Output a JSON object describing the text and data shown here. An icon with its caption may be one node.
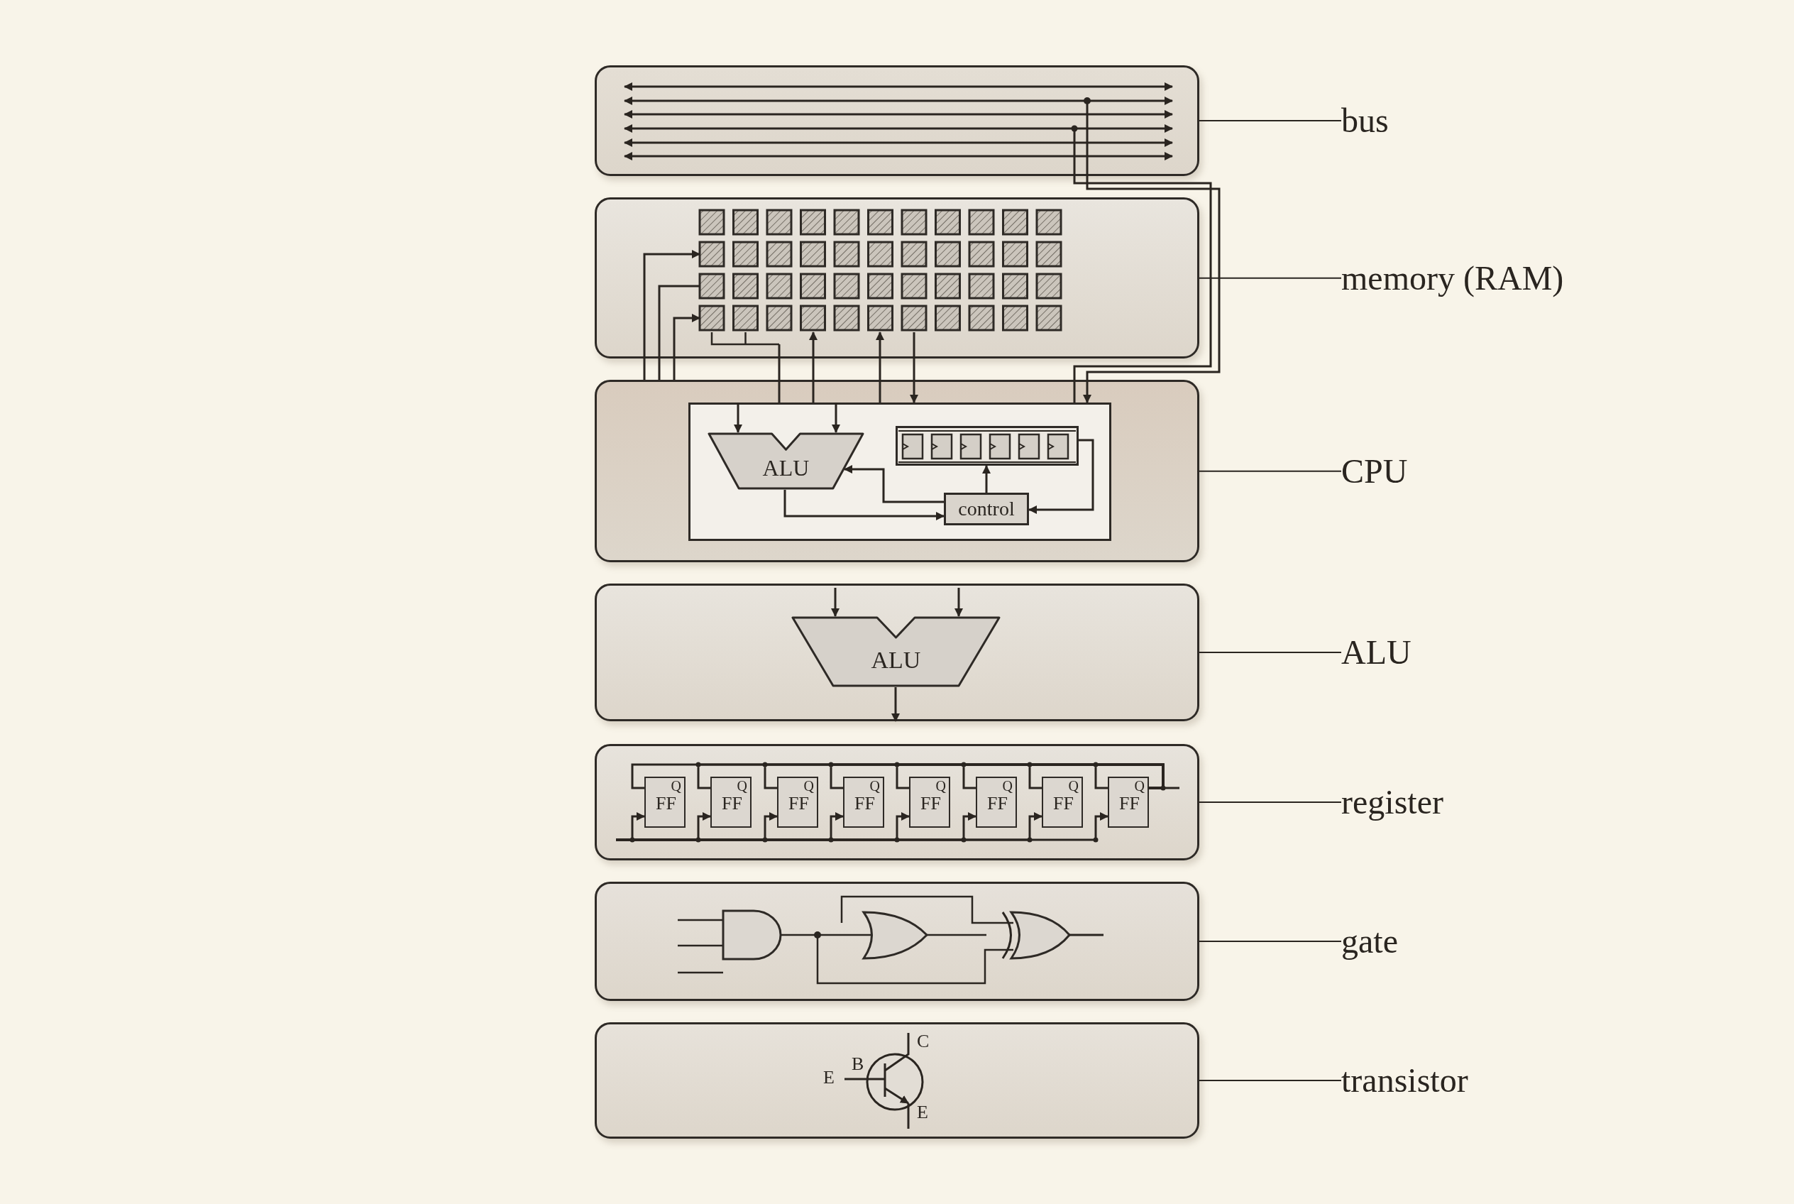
{
  "diagram": {
    "nodes": [
      {
        "text": [],
        "shape": "box"
      },
      {
        "text": [
          "bus"
        ]
      },
      {
        "text": [],
        "shape": "box"
      },
      {
        "text": [
          "memory (RAM)"
        ]
      },
      {
        "text": [],
        "shape": "box"
      },
      {
        "text": [],
        "shape": "box",
        "in": 4
      },
      {
        "text": [
          "ALU"
        ],
        "in": 5
      },
      {
        "text": [],
        "shape": "box",
        "in": 5
      },
      {
        "text": [
          "control"
        ],
        "in": 5
      },
      {
        "text": [
          "CPU"
        ]
      },
      {
        "text": [],
        "shape": "box"
      },
      {
        "text": [
          "ALU"
        ],
        "in": 10
      },
      {
        "text": [
          "ALU"
        ]
      },
      {
        "text": [],
        "shape": "box"
      },
      {
        "text": [
          "Q",
          "FF"
        ],
        "in": 13
      },
      {
        "text": [
          "Q",
          "FF"
        ],
        "in": 13
      },
      {
        "text": [
          "Q",
          "FF"
        ],
        "in": 13
      },
      {
        "text": [
          "Q",
          "FF"
        ],
        "in": 13
      },
      {
        "text": [
          "Q",
          "FF"
        ],
        "in": 13
      },
      {
        "text": [
          "Q",
          "FF"
        ],
        "in": 13
      },
      {
        "text": [
          "Q",
          "FF"
        ],
        "in": 13
      },
      {
        "text": [
          "Q",
          "FF"
        ],
        "in": 13
      },
      {
        "text": [
          "register"
        ]
      },
      {
        "text": [],
        "shape": "box"
      },
      {
        "text": [
          "gate"
        ]
      },
      {
        "text": [],
        "shape": "box"
      },
      {
        "text": [
          "transistor"
        ]
      }
    ],
    "edges": [
      {
        "from": 1,
        "to": 0,
        "arrow": "none"
      },
      {
        "from": 3,
        "to": 2,
        "arrow": "none"
      },
      {
        "from": 9,
        "to": 4,
        "arrow": "none"
      },
      {
        "from": 12,
        "to": 10,
        "arrow": "none"
      },
      {
        "from": 22,
        "to": 13,
        "arrow": "none"
      },
      {
        "from": 24,
        "to": 23,
        "arrow": "none"
      },
      {
        "from": 26,
        "to": 25,
        "arrow": "none"
      },
      {
        "from": 0,
        "to": 5,
        "arrow": "other"
      },
      {
        "from": 0,
        "to": 5,
        "arrow": "to"
      },
      {
        "from": 4,
        "to": 2,
        "arrow": "to"
      },
      {
        "from": 4,
        "to": 2,
        "arrow": "none"
      },
      {
        "from": 4,
        "to": 2,
        "arrow": "to"
      },
      {
        "from": 2,
        "to": 5,
        "arrow": "none"
      },
      {
        "from": 5,
        "to": 2,
        "arrow": "to"
      },
      {
        "from": 5,
        "to": 2,
        "arrow": "to"
      },
      {
        "from": 2,
        "to": 5,
        "arrow": "to"
      },
      {
        "from": 5,
        "to": 6,
        "arrow": "to"
      },
      {
        "from": 5,
        "to": 6,
        "arrow": "to"
      },
      {
        "from": 6,
        "to": 8,
        "arrow": "to"
      },
      {
        "from": 8,
        "to": 6,
        "arrow": "to"
      },
      {
        "from": 8,
        "to": 7,
        "arrow": "to"
      },
      {
        "from": 7,
        "to": 8,
        "arrow": "to"
      },
      {
        "from": null,
        "to": 11,
        "arrow": "to"
      },
      {
        "from": null,
        "to": 11,
        "arrow": "to"
      },
      {
        "from": 11,
        "to": 10,
        "arrow": "to"
      },
      {
        "from": null,
        "to": 14,
        "arrow": "to"
      },
      {
        "from": null,
        "to": 15,
        "arrow": "to"
      },
      {
        "from": null,
        "to": 16,
        "arrow": "to"
      },
      {
        "from": null,
        "to": 17,
        "arrow": "to"
      },
      {
        "from": null,
        "to": 18,
        "arrow": "to"
      },
      {
        "from": null,
        "to": 19,
        "arrow": "to"
      },
      {
        "from": null,
        "to": 20,
        "arrow": "to"
      },
      {
        "from": null,
        "to": 21,
        "arrow": "to"
      },
      {
        "from": 21,
        "to": 14,
        "arrow": "none"
      },
      {
        "from": 21,
        "to": 15,
        "arrow": "none"
      },
      {
        "from": 21,
        "to": 16,
        "arrow": "none"
      },
      {
        "from": 21,
        "to": 17,
        "arrow": "none"
      },
      {
        "from": 21,
        "to": 18,
        "arrow": "none"
      },
      {
        "from": 21,
        "to": 19,
        "arrow": "none"
      },
      {
        "from": 21,
        "to": 20,
        "arrow": "none"
      },
      {
        "from": 21,
        "to": 21,
        "arrow": "none"
      },
      {
        "from": 21,
        "to": null,
        "arrow": "none"
      }
    ],
    "labels": [
      "C",
      "B",
      "E",
      "E"
    ]
  }
}
